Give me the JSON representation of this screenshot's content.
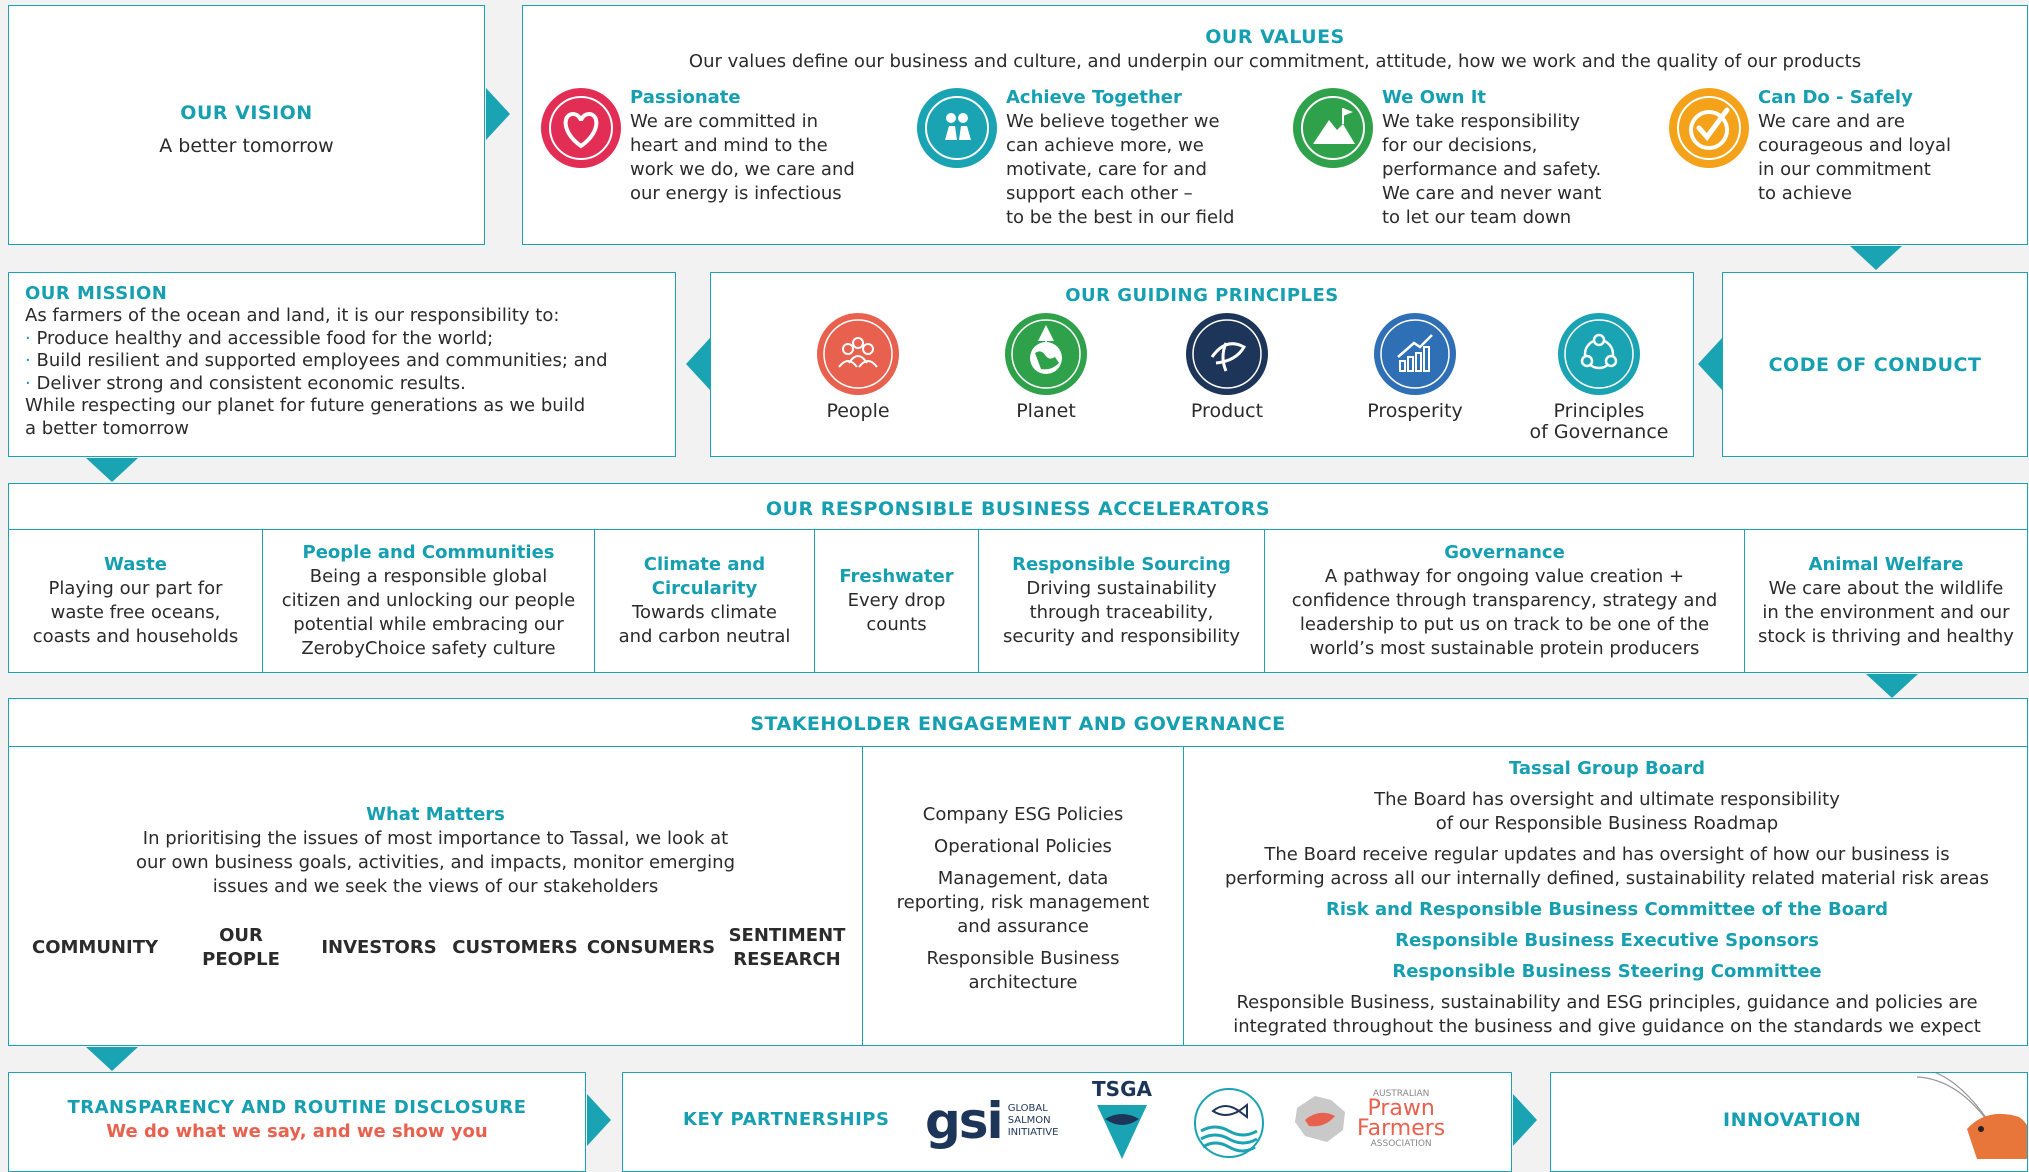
{
  "vision": {
    "title": "OUR VISION",
    "text": "A better tomorrow"
  },
  "values": {
    "title": "OUR VALUES",
    "subtitle": "Our values define our business and culture, and underpin our commitment, attitude, how we work and the quality of our products",
    "items": [
      {
        "title": "Passionate",
        "lines": [
          "We are committed in",
          "heart and mind to the",
          "work we do, we care and",
          "our energy is infectious"
        ]
      },
      {
        "title": "Achieve Together",
        "lines": [
          "We believe together we",
          "can achieve more, we",
          "motivate, care for and",
          "support each other –",
          "to be the best in our field"
        ]
      },
      {
        "title": "We Own It",
        "lines": [
          "We take responsibility",
          "for our decisions,",
          "performance and safety.",
          "We care and never want",
          "to let our team down"
        ]
      },
      {
        "title": "Can Do - Safely",
        "lines": [
          "We care and are",
          "courageous and loyal",
          "in our commitment",
          "to achieve"
        ]
      }
    ]
  },
  "mission": {
    "title": "OUR MISSION",
    "intro": "As farmers of the ocean and land, it is our responsibility to:",
    "bullets": [
      "Produce healthy and accessible food for the world;",
      "Build resilient and supported employees and communities; and",
      "Deliver strong and consistent economic results."
    ],
    "outro1": "While respecting our planet for future generations as we build",
    "outro2": "a better tomorrow"
  },
  "principles": {
    "title": "OUR GUIDING PRINCIPLES",
    "items": [
      {
        "label": "People",
        "icon": "people-icon",
        "color": "#e8614f"
      },
      {
        "label": "Planet",
        "icon": "planet-icon",
        "color": "#2fa14a"
      },
      {
        "label": "Product",
        "icon": "product-icon",
        "color": "#1d3558"
      },
      {
        "label": "Prosperity",
        "icon": "prosperity-icon",
        "color": "#2f6fb5"
      },
      {
        "label": "Principles",
        "label2": "of Governance",
        "icon": "governance-icon",
        "color": "#1aa3b3"
      }
    ]
  },
  "code": {
    "title": "CODE OF CONDUCT"
  },
  "accelerators": {
    "title": "OUR RESPONSIBLE BUSINESS ACCELERATORS",
    "items": [
      {
        "title": "Waste",
        "lines": [
          "Playing our part for",
          "waste free oceans,",
          "coasts and households"
        ]
      },
      {
        "title": "People and Communities",
        "lines": [
          "Being a responsible global",
          "citizen and unlocking our people",
          "potential while embracing our",
          "ZerobyChoice safety culture"
        ]
      },
      {
        "title": "Climate and",
        "title2": "Circularity",
        "lines": [
          "Towards climate",
          "and carbon neutral"
        ]
      },
      {
        "title": "Freshwater",
        "lines": [
          "Every drop",
          "counts"
        ]
      },
      {
        "title": "Responsible Sourcing",
        "lines": [
          "Driving sustainability",
          "through traceability,",
          "security and responsibility"
        ]
      },
      {
        "title": "Governance",
        "lines": [
          "A pathway for ongoing value creation +",
          "confidence through transparency, strategy and",
          "leadership to put us on track to be one of the",
          "world’s most sustainable protein producers"
        ]
      },
      {
        "title": "Animal Welfare",
        "lines": [
          "We care about the wildlife",
          "in the environment and our",
          "stock is thriving and healthy"
        ]
      }
    ]
  },
  "stakeholder": {
    "title": "STAKEHOLDER ENGAGEMENT AND GOVERNANCE",
    "what_title": "What Matters",
    "what_lines": [
      "In prioritising the issues of most importance to Tassal, we look at",
      "our own business goals, activities, and impacts, monitor emerging",
      "issues and we seek the views of our stakeholders"
    ],
    "groups": [
      [
        "COMMUNITY"
      ],
      [
        "OUR",
        "PEOPLE"
      ],
      [
        "INVESTORS"
      ],
      [
        "CUSTOMERS"
      ],
      [
        "CONSUMERS"
      ],
      [
        "SENTIMENT",
        "RESEARCH"
      ]
    ],
    "policies": [
      [
        "Company ESG Policies"
      ],
      [
        "Operational Policies"
      ],
      [
        "Management, data",
        "reporting, risk management",
        "and assurance"
      ],
      [
        "Responsible Business",
        "architecture"
      ]
    ],
    "board_title": "Tassal Group Board",
    "board_p1": [
      "The Board has oversight and ultimate responsibility",
      "of our Responsible Business Roadmap"
    ],
    "board_p2": [
      "The Board receive regular updates and has oversight of how our business is",
      "performing across all our internally defined, sustainability related material risk areas"
    ],
    "committees": [
      "Risk and Responsible Business Committee of the Board",
      "Responsible Business Executive Sponsors",
      "Responsible Business Steering Committee"
    ],
    "board_p3": [
      "Responsible Business, sustainability and ESG principles, guidance and policies are",
      "integrated throughout the business and give guidance on the standards we expect"
    ]
  },
  "transparency": {
    "title": "TRANSPARENCY AND ROUTINE DISCLOSURE",
    "subtitle": "We do what we say, and we show you"
  },
  "partnerships": {
    "title": "KEY PARTNERSHIPS",
    "gsi": "gsi",
    "gsi_lines": [
      "GLOBAL",
      "SALMON",
      "INITIATIVE"
    ],
    "tsga": "TSGA",
    "apfa_top": "AUSTRALIAN",
    "apfa1": "Prawn",
    "apfa2": "Farmers",
    "apfa_bottom": "ASSOCIATION"
  },
  "innovation": {
    "title": "INNOVATION"
  },
  "colors": {
    "accent": "#159fb0",
    "orange": "#e8614f"
  }
}
